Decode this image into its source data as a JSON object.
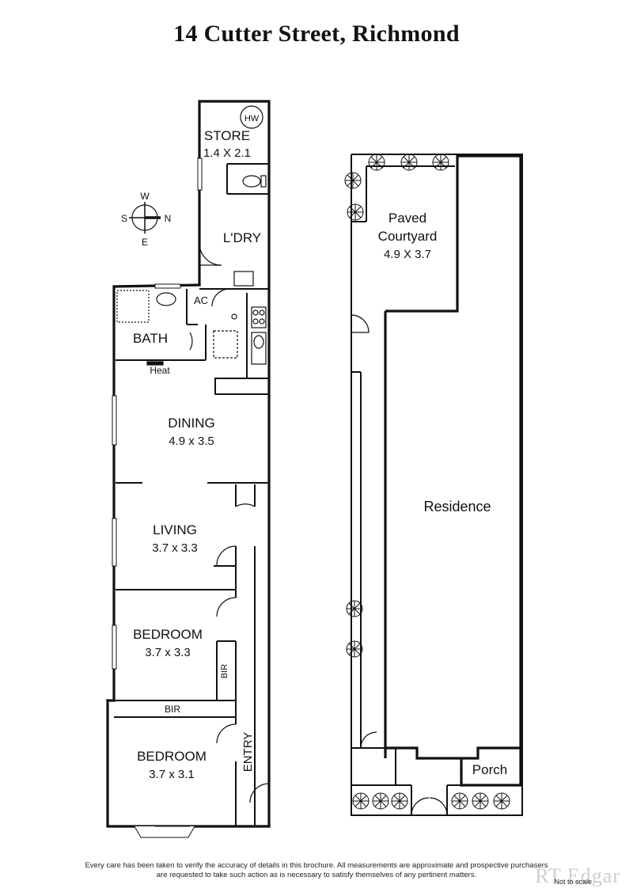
{
  "title": "14 Cutter Street, Richmond",
  "compass": {
    "w": "W",
    "s": "S",
    "n": "N",
    "e": "E"
  },
  "rooms": {
    "store": {
      "name": "STORE",
      "size": "1.4 X 2.1"
    },
    "hw": "HW",
    "laundry": {
      "name": "L'DRY"
    },
    "ac": "AC",
    "bath": {
      "name": "BATH"
    },
    "heat": "Heat",
    "dining": {
      "name": "DINING",
      "size": "4.9 x 3.5"
    },
    "living": {
      "name": "LIVING",
      "size": "3.7 x 3.3"
    },
    "bedroom1": {
      "name": "BEDROOM",
      "size": "3.7 x 3.3"
    },
    "bir1": "BIR",
    "bir2": "BIR",
    "bedroom2": {
      "name": "BEDROOM",
      "size": "3.7 x 3.1"
    },
    "entry": "ENTRY"
  },
  "site": {
    "courtyard": {
      "line1": "Paved",
      "line2": "Courtyard",
      "size": "4.9 X 3.7"
    },
    "residence": "Residence",
    "porch": "Porch"
  },
  "footer": {
    "disclaimer_line1": "Every care has been taken to verify the accuracy of details in this brochure.  All measurements are approximate and prospective purchasers",
    "disclaimer_line2": "are requested to take such action as is necessary to satisfy themselves of any pertinent matters.",
    "not_to_scale": "Not to scale",
    "brand": "RT Edgar"
  },
  "colors": {
    "wall": "#111111",
    "brand": "#cfcfcf"
  }
}
